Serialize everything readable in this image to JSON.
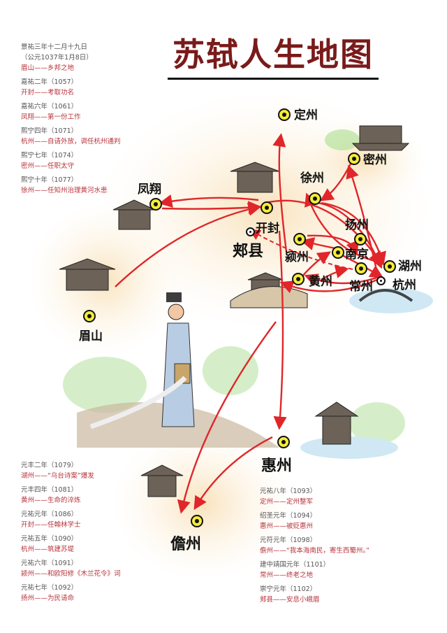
{
  "title": "苏轼人生地图",
  "colors": {
    "title": "#7a1a1a",
    "event_text": "#b8333b",
    "era_text": "#555555",
    "route_arrow": "#e0262a",
    "city_marker": "#f5ec3b"
  },
  "timeline_top": [
    {
      "era": "景祐三年十二月十九日",
      "note": "（公元1037年1月8日）",
      "event": "眉山——乡邦之地"
    },
    {
      "era": "嘉祐二年（1057）",
      "event": "开封——考取功名"
    },
    {
      "era": "嘉祐六年（1061）",
      "event": "凤翔——第一份工作"
    },
    {
      "era": "熙宁四年（1071）",
      "event": "杭州——自请外放，调任杭州通判"
    },
    {
      "era": "熙宁七年（1074）",
      "event": "密州——任职太守"
    },
    {
      "era": "熙宁十年（1077）",
      "event": "徐州——任知州治理黄河水患"
    }
  ],
  "timeline_bottom_left": [
    {
      "era": "元丰二年（1079）",
      "event": "湖州——“乌台诗案”爆发"
    },
    {
      "era": "元丰四年（1081）",
      "event": "黄州——生命的淬炼"
    },
    {
      "era": "元祐元年（1086）",
      "event": "开封——任翰林学士"
    },
    {
      "era": "元祐五年（1090）",
      "event": "杭州——筑建苏堤"
    },
    {
      "era": "元祐六年（1091）",
      "event": "颍州——和欧阳修《木兰花令》词"
    },
    {
      "era": "元祐七年（1092）",
      "event": "扬州——为民请命"
    }
  ],
  "timeline_bottom_right": [
    {
      "era": "元祐八年（1093）",
      "event": "定州——定州整军"
    },
    {
      "era": "绍圣元年（1094）",
      "event": "惠州——被贬惠州"
    },
    {
      "era": "元符元年（1098）",
      "event": "儋州——“我本海南民，寄生西蜀州。”"
    },
    {
      "era": "建中靖国元年（1101）",
      "event": "常州——终老之地"
    },
    {
      "era": "崇宁元年（1102）",
      "event": "郏县——安息小峨眉"
    }
  ],
  "map_places": [
    {
      "name": "定州",
      "icon": "city-marker"
    },
    {
      "name": "密州",
      "icon": "city-marker"
    },
    {
      "name": "徐州",
      "icon": "city-marker"
    },
    {
      "name": "凤翔",
      "icon": "city-marker"
    },
    {
      "name": "开封",
      "icon": "city-marker"
    },
    {
      "name": "郏县",
      "icon": "small-marker"
    },
    {
      "name": "扬州",
      "icon": "city-marker"
    },
    {
      "name": "颍州",
      "icon": "city-marker"
    },
    {
      "name": "南京",
      "icon": "city-marker"
    },
    {
      "name": "湖州",
      "icon": "city-marker"
    },
    {
      "name": "黄州",
      "icon": "city-marker"
    },
    {
      "name": "常州",
      "icon": "city-marker"
    },
    {
      "name": "杭州",
      "icon": "small-marker"
    },
    {
      "name": "眉山",
      "icon": "city-marker"
    },
    {
      "name": "惠州",
      "icon": "city-marker"
    },
    {
      "name": "儋州",
      "icon": "city-marker"
    }
  ]
}
